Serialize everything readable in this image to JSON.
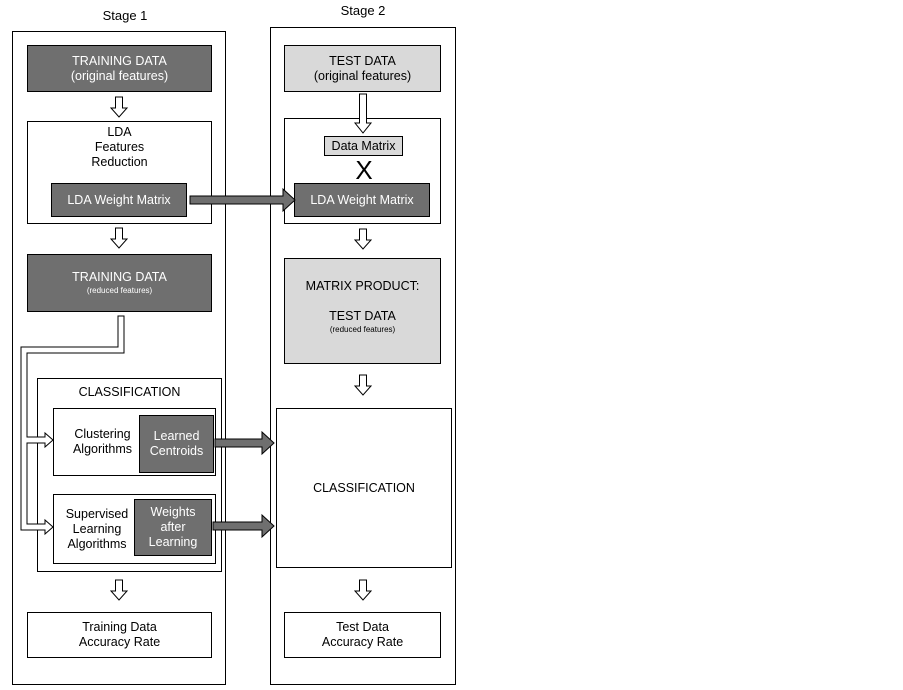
{
  "stage1": {
    "title": "Stage 1",
    "training_data_title": "TRAINING DATA",
    "training_data_sub": "(original features)",
    "lda_line1": "LDA",
    "lda_line2": "Features",
    "lda_line3": "Reduction",
    "lda_weight_matrix": "LDA Weight Matrix",
    "training_reduced_title": "TRAINING DATA",
    "training_reduced_sub": "(reduced features)",
    "classification_title": "CLASSIFICATION",
    "clustering_line1": "Clustering",
    "clustering_line2": "Algorithms",
    "centroids_line1": "Learned",
    "centroids_line2": "Centroids",
    "supervised_line1": "Supervised",
    "supervised_line2": "Learning",
    "supervised_line3": "Algorithms",
    "weights_line1": "Weights",
    "weights_line2": "after",
    "weights_line3": "Learning",
    "accuracy_line1": "Training Data",
    "accuracy_line2": "Accuracy Rate"
  },
  "stage2": {
    "title": "Stage 2",
    "test_data_title": "TEST DATA",
    "test_data_sub": "(original features)",
    "data_matrix": "Data Matrix",
    "multiply_symbol": "X",
    "lda_weight_matrix": "LDA Weight Matrix",
    "product_title": "MATRIX PRODUCT:",
    "product_test": "TEST DATA",
    "product_sub": "(reduced features)",
    "classification": "CLASSIFICATION",
    "accuracy_line1": "Test Data",
    "accuracy_line2": "Accuracy Rate"
  },
  "colors": {
    "dark_box": "#6f6f6f",
    "light_box": "#d9d9d9",
    "outline": "#000000"
  }
}
